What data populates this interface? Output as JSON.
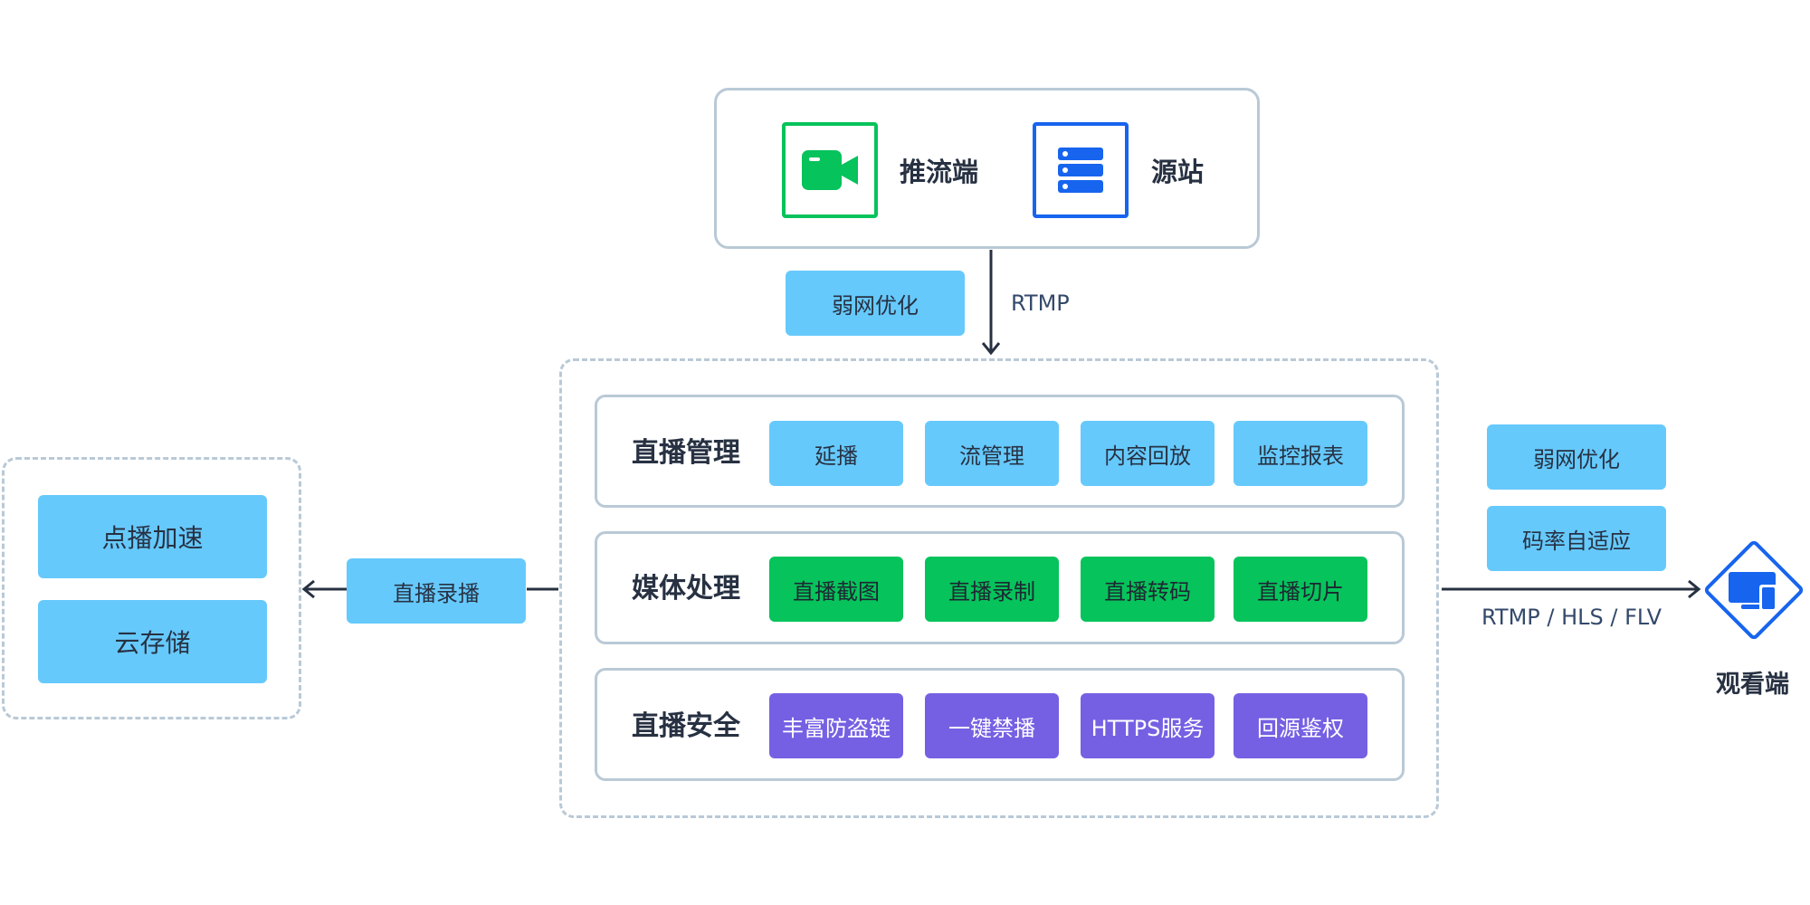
{
  "source_panel": {
    "push_label": "推流端",
    "origin_label": "源站",
    "push_icon": "video-camera-icon",
    "origin_icon": "server-icon"
  },
  "ingest": {
    "optimization_label": "弱网优化",
    "protocol_label": "RTMP"
  },
  "rows": [
    {
      "label": "直播管理",
      "items": [
        "延播",
        "流管理",
        "内容回放",
        "监控报表"
      ],
      "color": "#66c9fc"
    },
    {
      "label": "媒体处理",
      "items": [
        "直播截图",
        "直播录制",
        "直播转码",
        "直播切片"
      ],
      "color": "#06c35b"
    },
    {
      "label": "直播安全",
      "items": [
        "丰富防盗链",
        "一键禁播",
        "HTTPS服务",
        "回源鉴权"
      ],
      "color": "#7560e3"
    }
  ],
  "recording": {
    "label": "直播录播",
    "targets": [
      "点播加速",
      "云存储"
    ]
  },
  "delivery": {
    "options": [
      "弱网优化",
      "码率自适应"
    ],
    "protocols": "RTMP / HLS / FLV",
    "viewer_label": "观看端",
    "viewer_icon": "devices-icon"
  },
  "colors": {
    "accent_blue": "#66c9fc",
    "accent_green": "#06c35b",
    "accent_purple": "#7560e3",
    "icon_blue": "#1764ee",
    "border": "#b9c9d6",
    "arrow": "#273142"
  }
}
